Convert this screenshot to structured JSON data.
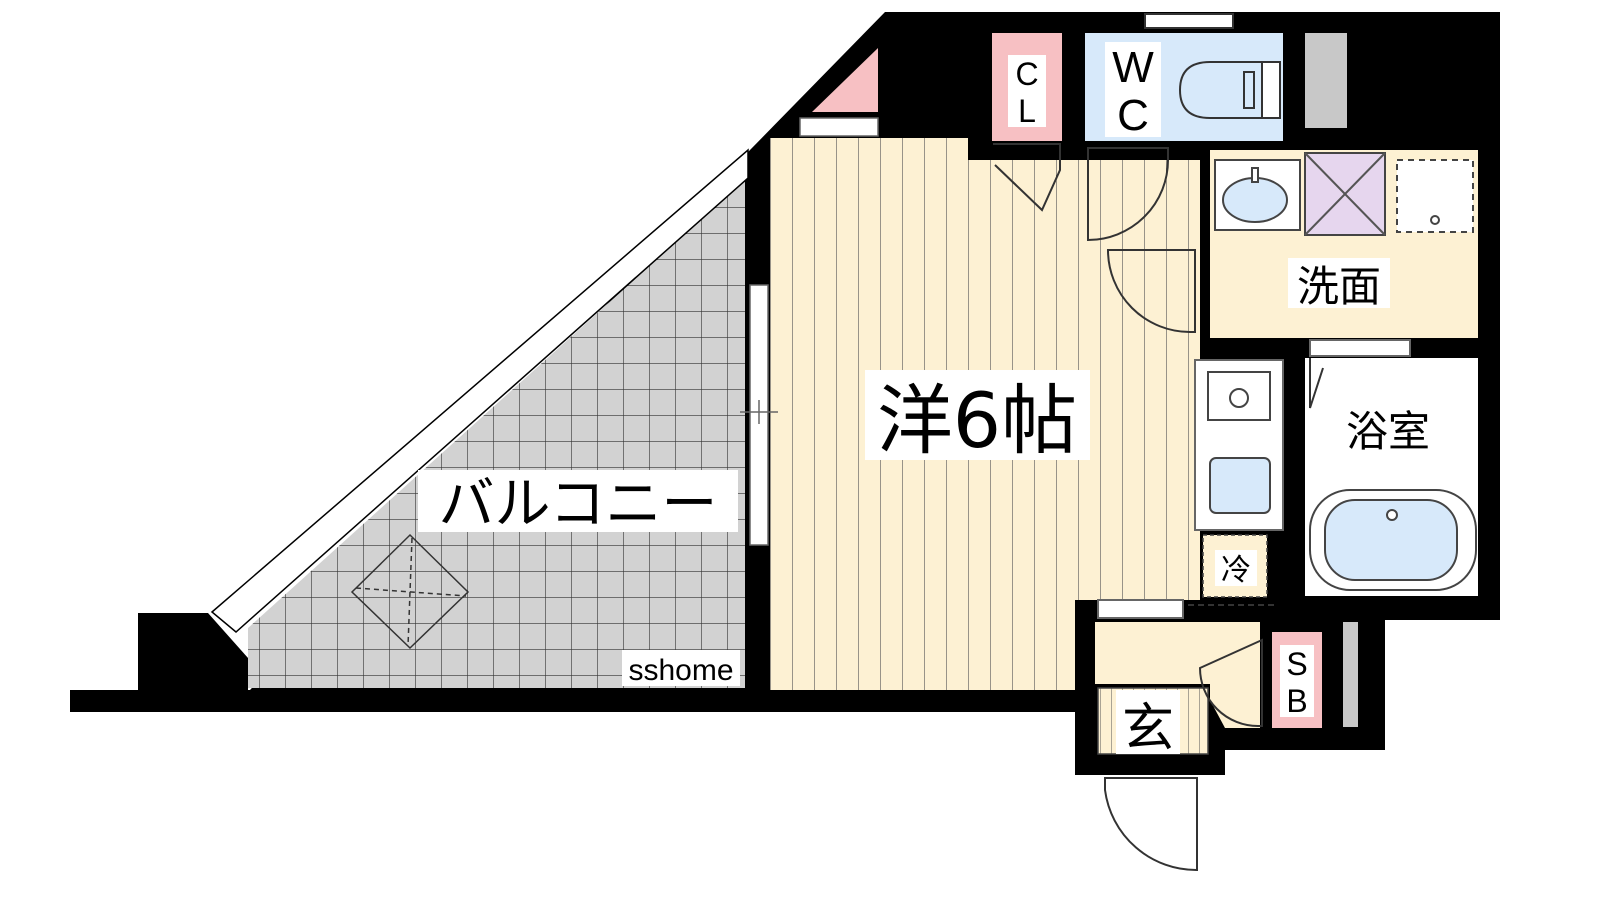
{
  "rooms": {
    "western_room": "洋6帖",
    "balcony": "バルコニー",
    "washroom": "洗面",
    "bathroom": "浴室",
    "entrance": "玄",
    "fridge": "冷"
  },
  "closets": {
    "cl_line1": "C",
    "cl_line2": "L",
    "sb_line1": "S",
    "sb_line2": "B"
  },
  "toilet": {
    "line1": "W",
    "line2": "C"
  },
  "watermark": "sshome",
  "colors": {
    "wall": "#000000",
    "floor": "#fdf1d3",
    "floor_lines": "#555555",
    "balcony": "#d2d2d2",
    "water": "#d7e9fa",
    "closet": "#f7c0c3",
    "laundry": "#e6d6ee",
    "window": "#ffffff"
  }
}
